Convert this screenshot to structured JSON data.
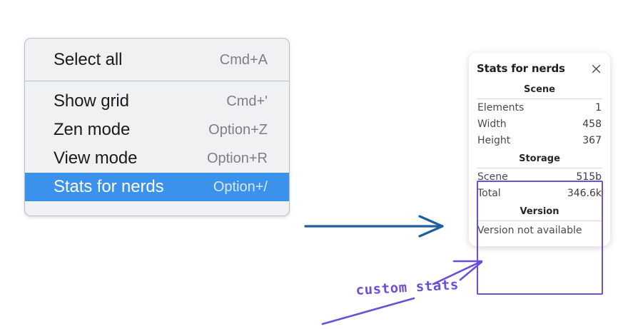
{
  "context_menu": {
    "groups": [
      {
        "items": [
          {
            "label": "Select all",
            "shortcut": "Cmd+A",
            "selected": false
          }
        ]
      },
      {
        "items": [
          {
            "label": "Show grid",
            "shortcut": "Cmd+'",
            "selected": false
          },
          {
            "label": "Zen mode",
            "shortcut": "Option+Z",
            "selected": false
          },
          {
            "label": "View mode",
            "shortcut": "Option+R",
            "selected": false
          },
          {
            "label": "Stats for nerds",
            "shortcut": "Option+/",
            "selected": true
          }
        ]
      }
    ],
    "highlight_color": "#3b92ea"
  },
  "stats_panel": {
    "title": "Stats for nerds",
    "close_icon": "close-icon",
    "sections": [
      {
        "heading": "Scene",
        "rows": [
          {
            "label": "Elements",
            "value": "1"
          },
          {
            "label": "Width",
            "value": "458"
          },
          {
            "label": "Height",
            "value": "367"
          }
        ]
      },
      {
        "heading": "Storage",
        "rows": [
          {
            "label": "Scene",
            "value": "515b"
          },
          {
            "label": "Total",
            "value": "346.6k"
          }
        ]
      },
      {
        "heading": "Version",
        "text": "Version not available"
      }
    ]
  },
  "annotations": {
    "blue_arrow_color": "#1b5f9e",
    "purple_color": "#6b4fd8",
    "custom_stats_label": "custom stats"
  }
}
